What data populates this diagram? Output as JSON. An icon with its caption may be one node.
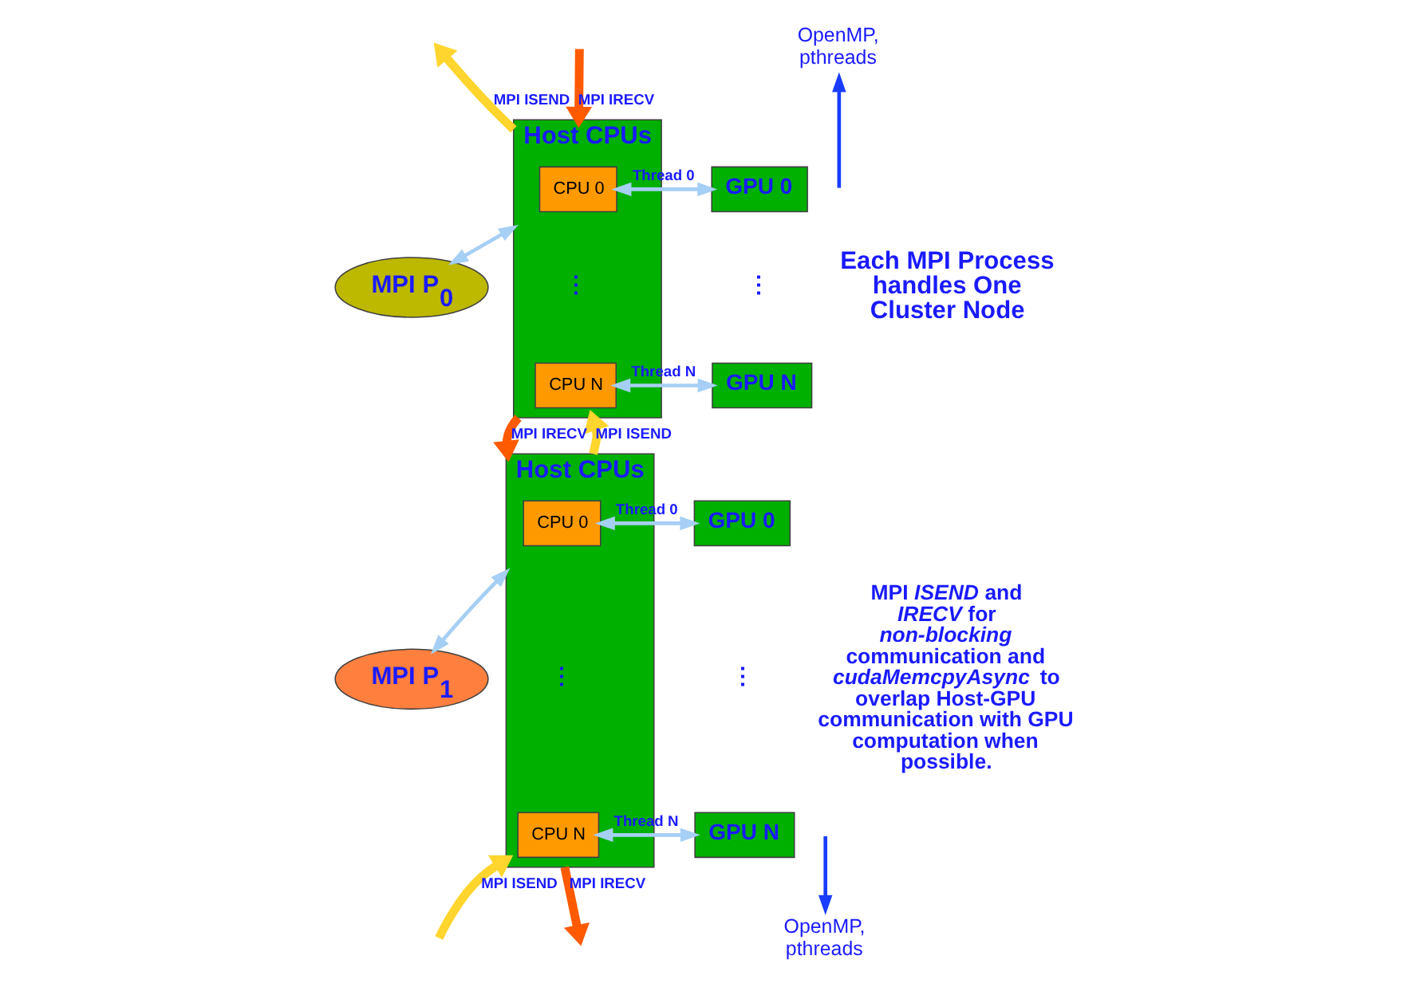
{
  "diagram": {
    "nodes": [
      {
        "text": [
          "MPI P$_{0}$"
        ]
      },
      {
        "text": [
          "Host CPUs"
        ]
      },
      {
        "text": [
          "CPU 0"
        ],
        "in": 1
      },
      {
        "text": [
          "CPU N"
        ],
        "in": 1
      },
      {
        "text": [
          "GPU 0"
        ]
      },
      {
        "text": [
          "GPU N"
        ]
      },
      {
        "text": [
          "MPI P$_{1}$"
        ]
      },
      {
        "text": [
          "Host CPUs"
        ]
      },
      {
        "text": [
          "CPU 0"
        ],
        "in": 7
      },
      {
        "text": [
          "CPU N"
        ],
        "in": 7
      },
      {
        "text": [
          "GPU 0"
        ]
      },
      {
        "text": [
          "GPU N"
        ]
      },
      {
        "text": [
          "OpenMP, pthreads"
        ]
      },
      {
        "text": [
          "OpenMP, pthreads"
        ]
      }
    ],
    "edges": [
      {
        "from": 1,
        "to": null,
        "arrow": "to",
        "label": "MPI ISEND",
        "style": "thick",
        "color": "#ffd52e"
      },
      {
        "from": null,
        "to": 1,
        "arrow": "to",
        "label": "MPI IRECV",
        "style": "thick",
        "color": "#ff5a00"
      },
      {
        "from": 0,
        "to": 1,
        "arrow": "both",
        "color": "#a6cff5"
      },
      {
        "from": 2,
        "to": 4,
        "arrow": "both",
        "label": "Thread 0",
        "color": "#a6cff5"
      },
      {
        "from": null,
        "to": 12,
        "arrow": "to",
        "color": "#1a3cff"
      },
      {
        "from": 3,
        "to": 5,
        "arrow": "both",
        "label": "Thread N",
        "color": "#a6cff5"
      },
      {
        "from": 7,
        "to": 1,
        "arrow": "to",
        "label": "MPI ISEND",
        "style": "thick",
        "color": "#ffd52e"
      },
      {
        "from": 1,
        "to": 7,
        "arrow": "to",
        "label": "MPI IRECV",
        "style": "thick",
        "color": "#ff5a00"
      },
      {
        "from": 6,
        "to": 7,
        "arrow": "both",
        "color": "#a6cff5"
      },
      {
        "from": 8,
        "to": 10,
        "arrow": "both",
        "label": "Thread 0",
        "color": "#a6cff5"
      },
      {
        "from": 9,
        "to": 11,
        "arrow": "both",
        "label": "Thread N",
        "color": "#a6cff5"
      },
      {
        "from": null,
        "to": 7,
        "arrow": "to",
        "label": "MPI ISEND",
        "style": "thick",
        "color": "#ffd52e"
      },
      {
        "from": 7,
        "to": null,
        "arrow": "to",
        "label": "MPI IRECV",
        "style": "thick",
        "color": "#ff5a00"
      },
      {
        "from": null,
        "to": 13,
        "arrow": "to",
        "color": "#1a3cff"
      }
    ],
    "labels": [
      "⋮",
      "⋮",
      "Each MPI Process handles One Cluster Node",
      "⋮",
      "⋮",
      "MPI *ISEND* and *IRECV* for *non-blocking* communication and *cudaMemcpyAsync* to overlap Host-GPU communication with GPU computation when possible."
    ]
  }
}
